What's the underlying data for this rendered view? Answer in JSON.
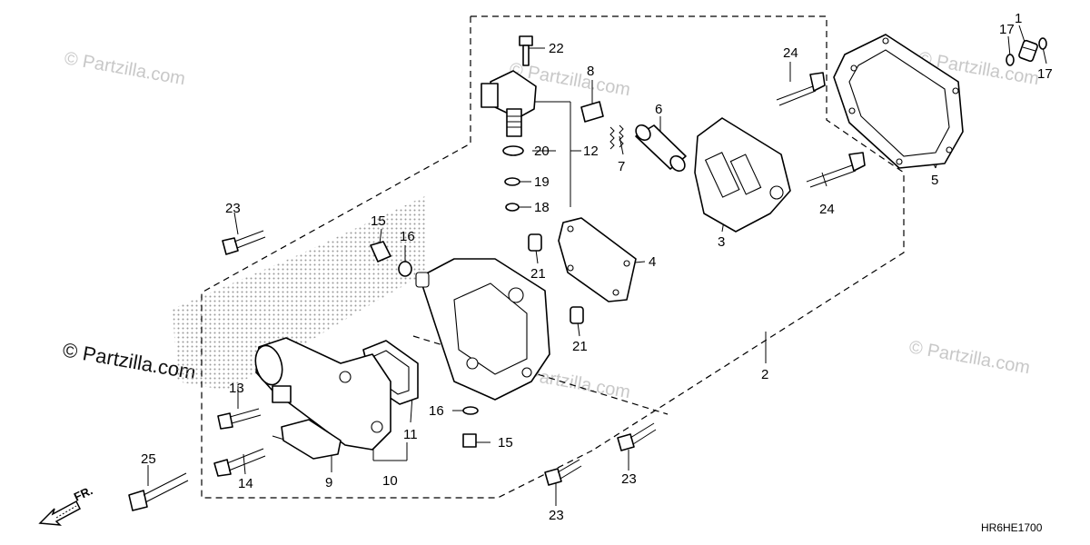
{
  "watermarks": [
    {
      "id": "wm-1",
      "text": "© Partzilla.com"
    },
    {
      "id": "wm-2",
      "text": "© Partzilla.com"
    },
    {
      "id": "wm-3",
      "text": "© Partzilla.com"
    },
    {
      "id": "wm-4",
      "text": "© Partzilla.com"
    },
    {
      "id": "wm-5",
      "text": "© Partzilla.com"
    },
    {
      "id": "wm-6",
      "text": "© Partzilla.com"
    }
  ],
  "callouts": {
    "c1": "1",
    "c2": "2",
    "c3": "3",
    "c4": "4",
    "c5": "5",
    "c6": "6",
    "c7": "7",
    "c8": "8",
    "c9": "9",
    "c10": "10",
    "c11": "11",
    "c12": "12",
    "c13": "13",
    "c14": "14",
    "c15a": "15",
    "c15b": "15",
    "c16a": "16",
    "c16b": "16",
    "c17a": "17",
    "c17b": "17",
    "c18": "18",
    "c19": "19",
    "c20": "20",
    "c21a": "21",
    "c21b": "21",
    "c22": "22",
    "c23a": "23",
    "c23b": "23",
    "c23c": "23",
    "c24a": "24",
    "c24b": "24",
    "c25": "25"
  },
  "front_arrow_label": "FR.",
  "diagram_code": "HR6HE1700"
}
